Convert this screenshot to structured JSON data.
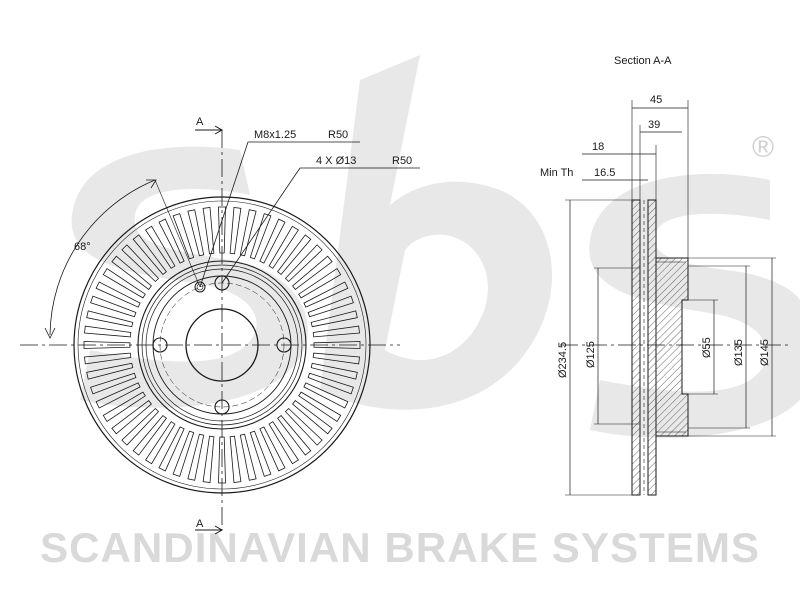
{
  "watermark": {
    "brand_text": "SCANDINAVIAN BRAKE SYSTEMS",
    "logo_text": "sbs",
    "registered_mark": "®",
    "color": "#d9d9d9"
  },
  "front_view": {
    "section_marker_top": "A",
    "section_marker_bottom": "A",
    "thread_label": "M8x1.25",
    "thread_radius": "R50",
    "holes_label": "4 X Ø13",
    "holes_radius": "R50",
    "angle_label": "68°"
  },
  "section_view": {
    "title": "Section A-A",
    "dims": {
      "overall_height": "45",
      "disc_thickness": "39",
      "min_th_value": "18",
      "min_th_label": "Min Th",
      "min_th_number": "16.5",
      "outer_diameter": "Ø234.5",
      "d125": "Ø125",
      "d55": "Ø55",
      "d135": "Ø135",
      "d145": "Ø145"
    }
  },
  "colors": {
    "line": "#1a1a1a",
    "hatch": "#555555"
  }
}
